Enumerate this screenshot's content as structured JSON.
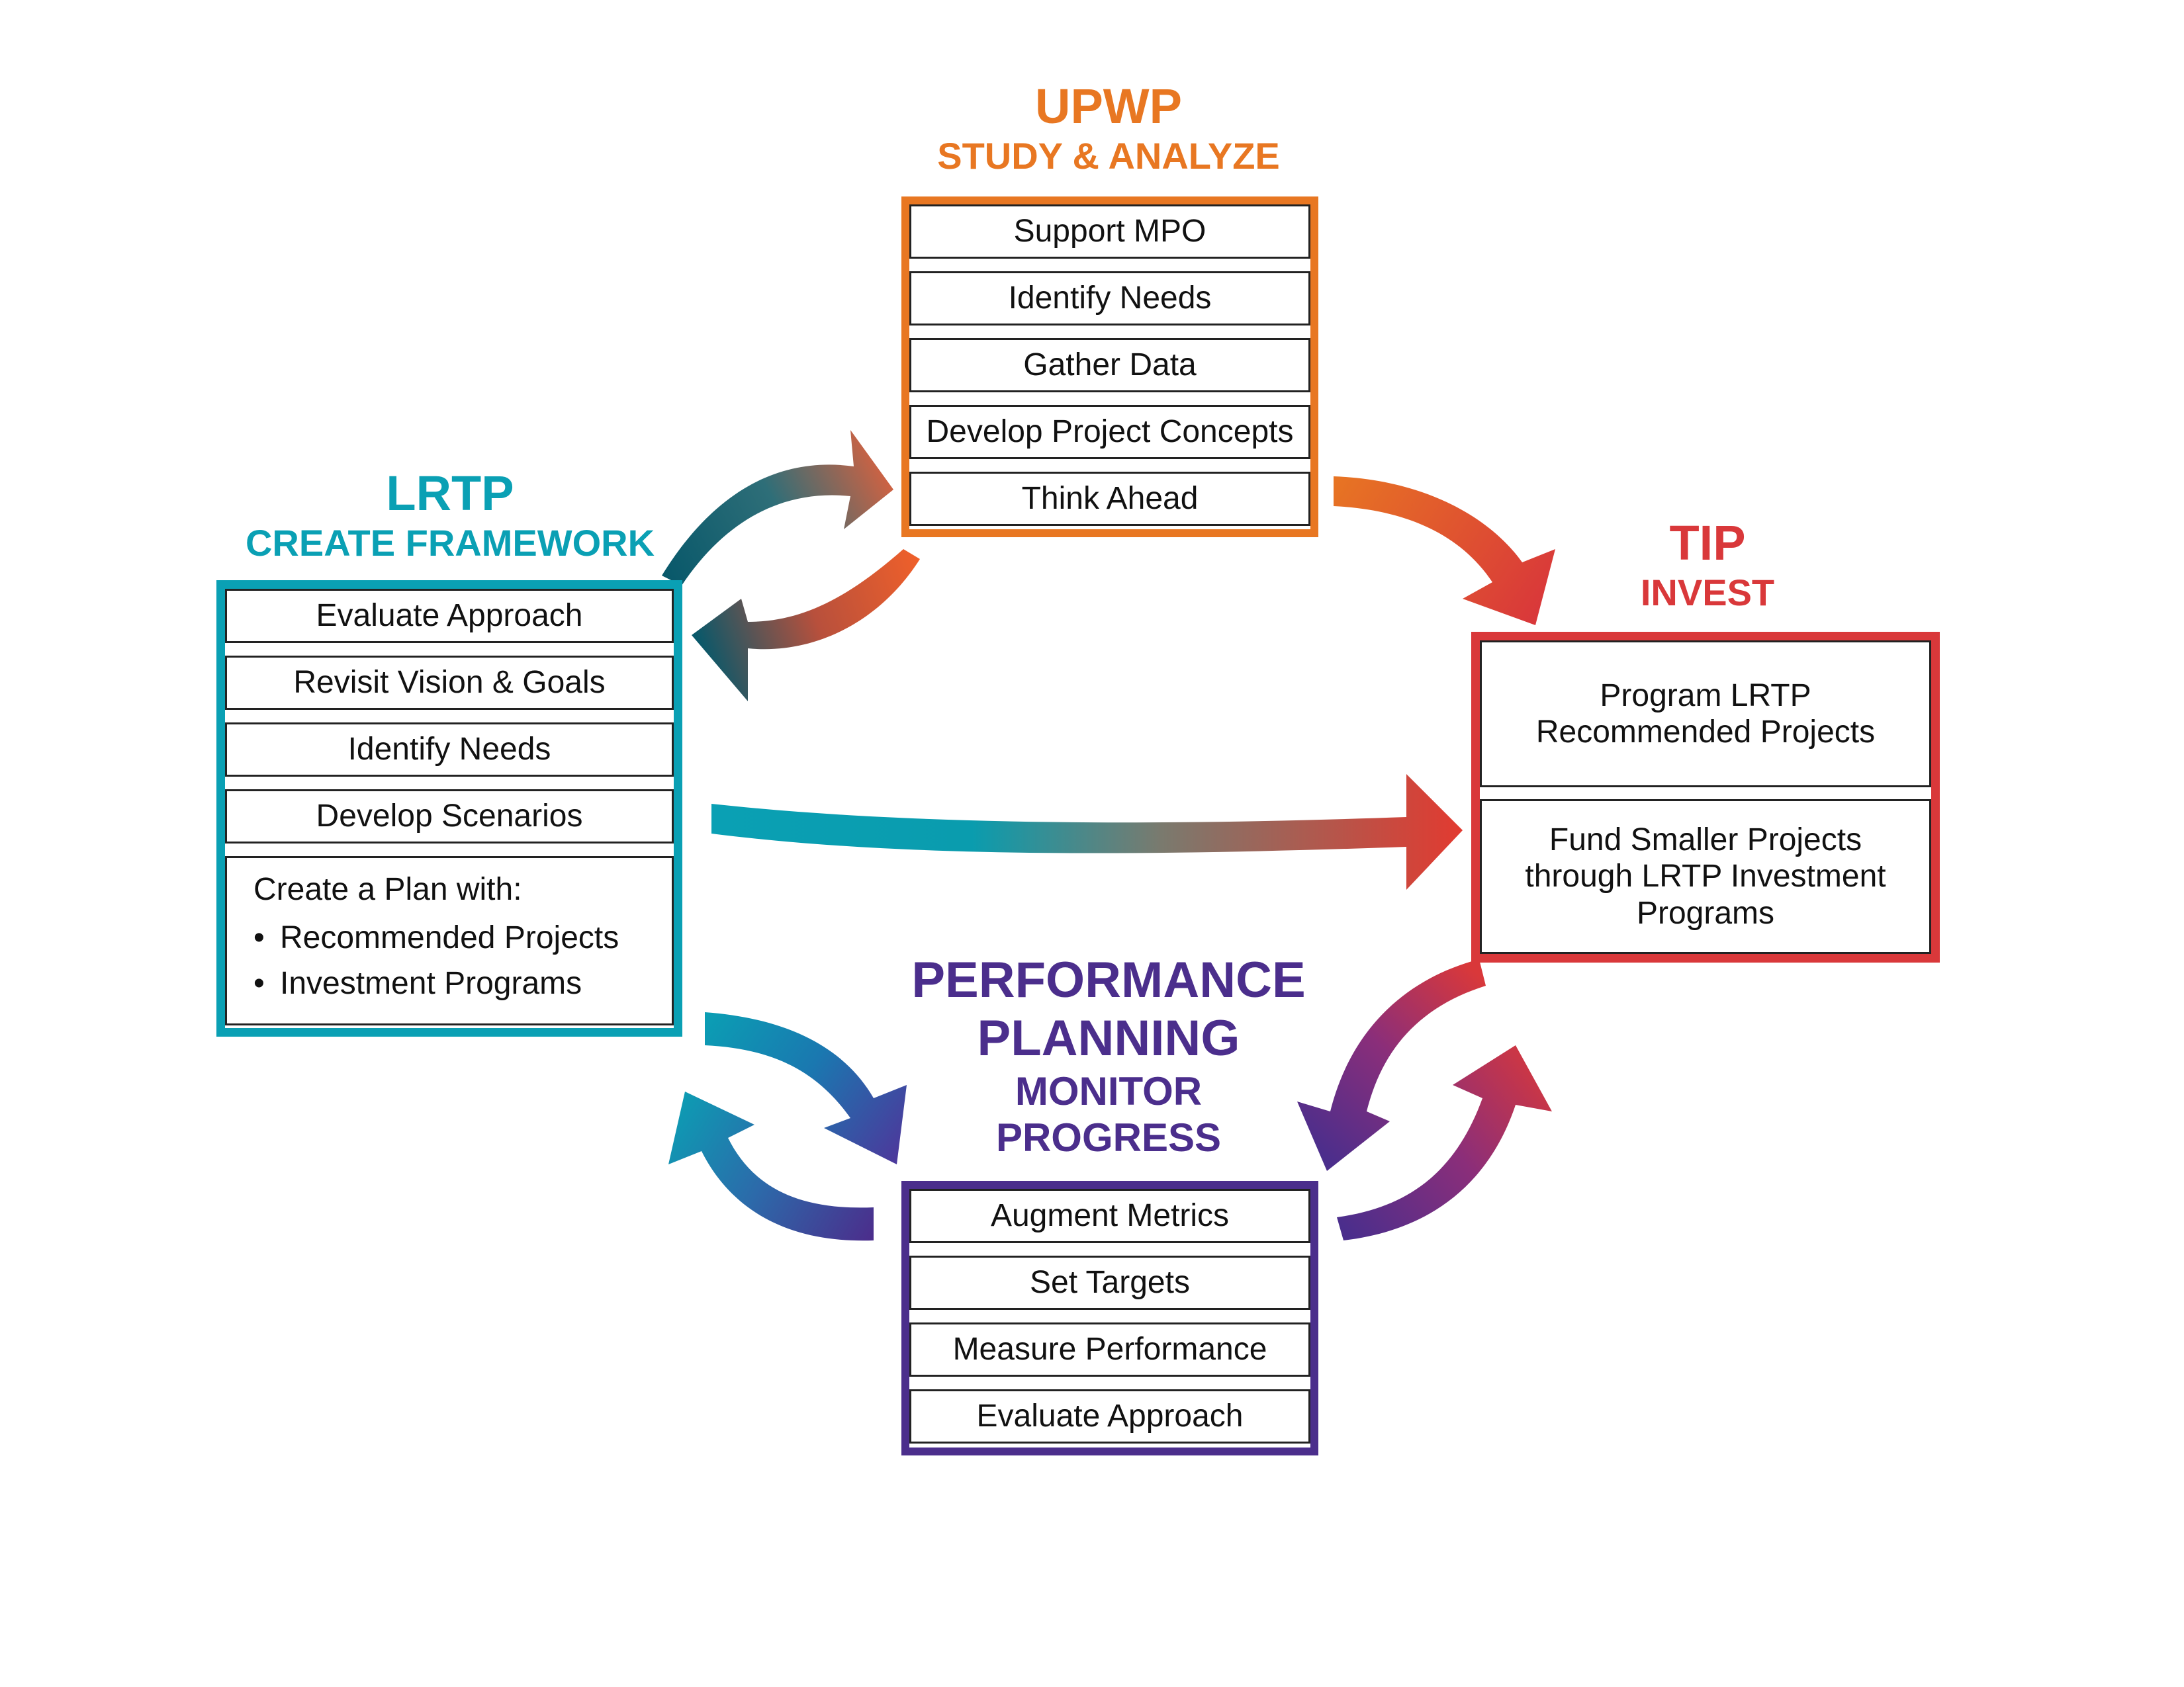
{
  "colors": {
    "upwp": "#E87722",
    "lrtp": "#0AA0B4",
    "tip": "#D9383A",
    "performance": "#4B2E8C",
    "teal_dark": "#08586A"
  },
  "upwp": {
    "title": "UPWP",
    "subtitle": "STUDY & ANALYZE",
    "items": [
      "Support MPO",
      "Identify Needs",
      "Gather Data",
      "Develop Project Concepts",
      "Think Ahead"
    ]
  },
  "lrtp": {
    "title": "LRTP",
    "subtitle": "CREATE FRAMEWORK",
    "items": [
      "Evaluate Approach",
      "Revisit Vision & Goals",
      "Identify Needs",
      "Develop Scenarios"
    ],
    "plan": {
      "title": "Create a Plan with:",
      "bullets": [
        "Recommended Projects",
        "Investment Programs"
      ]
    }
  },
  "tip": {
    "title": "TIP",
    "subtitle": "INVEST",
    "items": [
      [
        "Program LRTP",
        "Recommended Projects"
      ],
      [
        "Fund Smaller Projects",
        "through LRTP Investment",
        "Programs"
      ]
    ]
  },
  "performance": {
    "title_line1": "PERFORMANCE",
    "title_line2": "PLANNING",
    "subtitle_line1": "MONITOR",
    "subtitle_line2": "PROGRESS",
    "items": [
      "Augment Metrics",
      "Set Targets",
      "Measure Performance",
      "Evaluate Approach"
    ]
  }
}
